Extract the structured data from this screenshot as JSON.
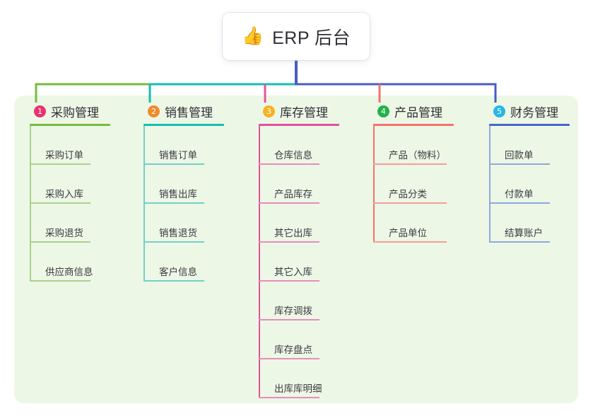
{
  "root": {
    "emoji": "👍",
    "emoji_name": "thumbs-up-icon",
    "title": "ERP 后台"
  },
  "theme": {
    "panel_bg": "#edf7e6",
    "page_bg": "#ffffff",
    "root_stem": "#4a5bc4",
    "text": "#2f2f35",
    "leaf_text": "#3b3b42"
  },
  "columns": [
    {
      "number": "1",
      "label": "采购管理",
      "badge_color": "#e8336e",
      "rule_color": "#76bb3f",
      "leaf_color": "#a9d18e",
      "rail_color": "#a9d18e",
      "connector_color": "#76bb3f",
      "head_rule_width": 114,
      "leaf_rule_width": 86,
      "leaves": [
        "采购订单",
        "采购入库",
        "采购退货",
        "供应商信息"
      ]
    },
    {
      "number": "2",
      "label": "销售管理",
      "badge_color": "#f08a2c",
      "rule_color": "#13bfb0",
      "leaf_color": "#74cfc6",
      "rail_color": "#74cfc6",
      "connector_color": "#13bfb0",
      "head_rule_width": 114,
      "leaf_rule_width": 86,
      "leaves": [
        "销售订单",
        "销售出库",
        "销售退货",
        "客户信息"
      ]
    },
    {
      "number": "3",
      "label": "库存管理",
      "badge_color": "#f5b223",
      "rule_color": "#e052a0",
      "leaf_color": "#e78cbe",
      "rail_color": "#e052a0",
      "connector_color": "#e8529e",
      "head_rule_width": 114,
      "leaf_rule_width": 86,
      "leaves": [
        "仓库信息",
        "产品库存",
        "其它出库",
        "其它入库",
        "库存调拨",
        "库存盘点",
        "出库库明细"
      ]
    },
    {
      "number": "4",
      "label": "产品管理",
      "badge_color": "#24b14c",
      "rule_color": "#f4726b",
      "leaf_color": "#f79e96",
      "rail_color": "#f4726b",
      "connector_color": "#f4726b",
      "head_rule_width": 114,
      "leaf_rule_width": 104,
      "leaves": [
        "产品（物料）",
        "产品分类",
        "产品单位"
      ]
    },
    {
      "number": "5",
      "label": "财务管理",
      "badge_color": "#29b6e8",
      "rule_color": "#4668c7",
      "leaf_color": "#8fa8e0",
      "rail_color": "#8fa8e0",
      "connector_color": "#4a5bc4",
      "head_rule_width": 114,
      "leaf_rule_width": 86,
      "leaves": [
        "回款单",
        "付款单",
        "结算账户"
      ]
    }
  ]
}
